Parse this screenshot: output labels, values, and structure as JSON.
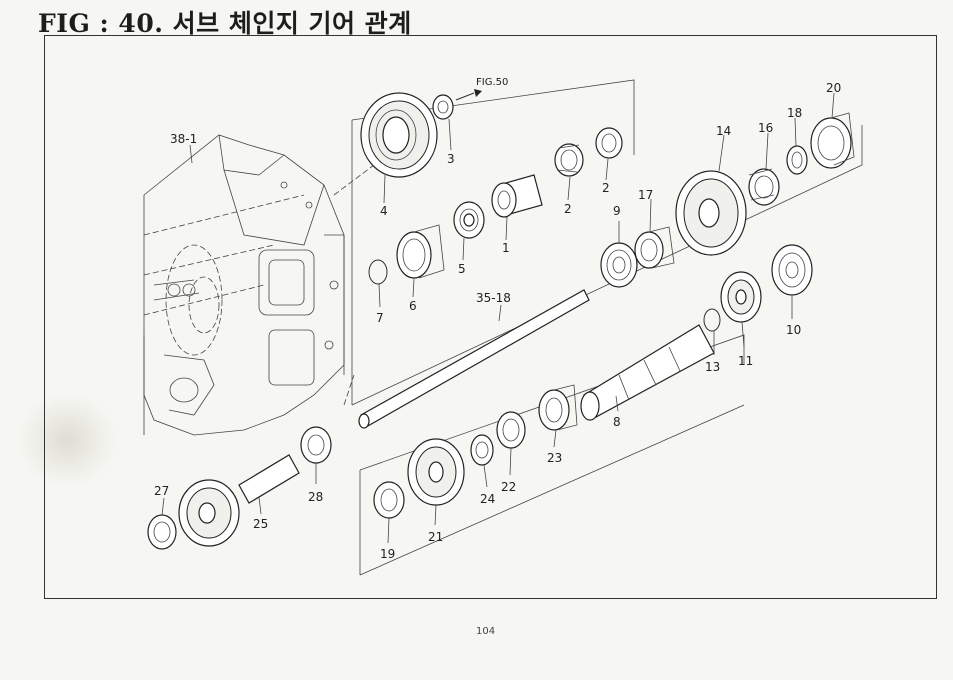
{
  "title": "FIG : 40. 서브 체인지 기어 관계",
  "page_number": "104",
  "reference_arrow": "FIG.50",
  "part_labels": {
    "p38_1": "38-1",
    "p1": "1",
    "p2a": "2",
    "p2b": "2",
    "p3": "3",
    "p4": "4",
    "p5": "5",
    "p6": "6",
    "p7": "7",
    "p8": "8",
    "p9": "9",
    "p10": "10",
    "p11": "11",
    "p13": "13",
    "p14": "14",
    "p16": "16",
    "p17": "17",
    "p18": "18",
    "p19": "19",
    "p20": "20",
    "p21": "21",
    "p22": "22",
    "p23": "23",
    "p24": "24",
    "p25": "25",
    "p27": "27",
    "p28": "28",
    "p35_18": "35-18"
  }
}
